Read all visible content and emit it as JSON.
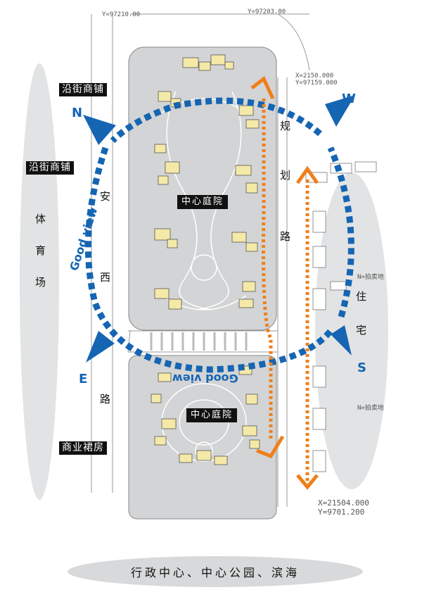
{
  "labels": {
    "shop_street_1": "沿街商铺",
    "shop_street_2": "沿街商铺",
    "commercial_podium": "商业裙房",
    "central_court_north": "中心庭院",
    "central_court_south": "中心庭院",
    "stadium": [
      "体",
      "育",
      "场"
    ],
    "residential": [
      "住",
      "宅"
    ],
    "west_road": [
      "安",
      "西",
      "路"
    ],
    "planned_road": [
      "规",
      "划",
      "路"
    ],
    "good_view_left": "Good view",
    "good_view_bottom": "Good view"
  },
  "compass": {
    "n": "N",
    "w": "W",
    "e": "E",
    "s": "S"
  },
  "coordinates": {
    "top_x": "Y=97210.00",
    "top_y": "Y=97203.00",
    "right_x1": "X=2150.000",
    "right_y1": "Y=97159.000",
    "bottom_x": "X=21504.000",
    "bottom_y": "Y=9701.200",
    "side_note_1": "N=拍卖地",
    "side_note_2": "N=拍卖地"
  },
  "footer": {
    "text": "行政中心、中心公园、滨海"
  },
  "colors": {
    "blue_arrow": "#1565b3",
    "orange_arrow": "#ef7f1a",
    "block_fill": "#d3d4d5",
    "ellipse_fill": "#e2e3e4"
  }
}
